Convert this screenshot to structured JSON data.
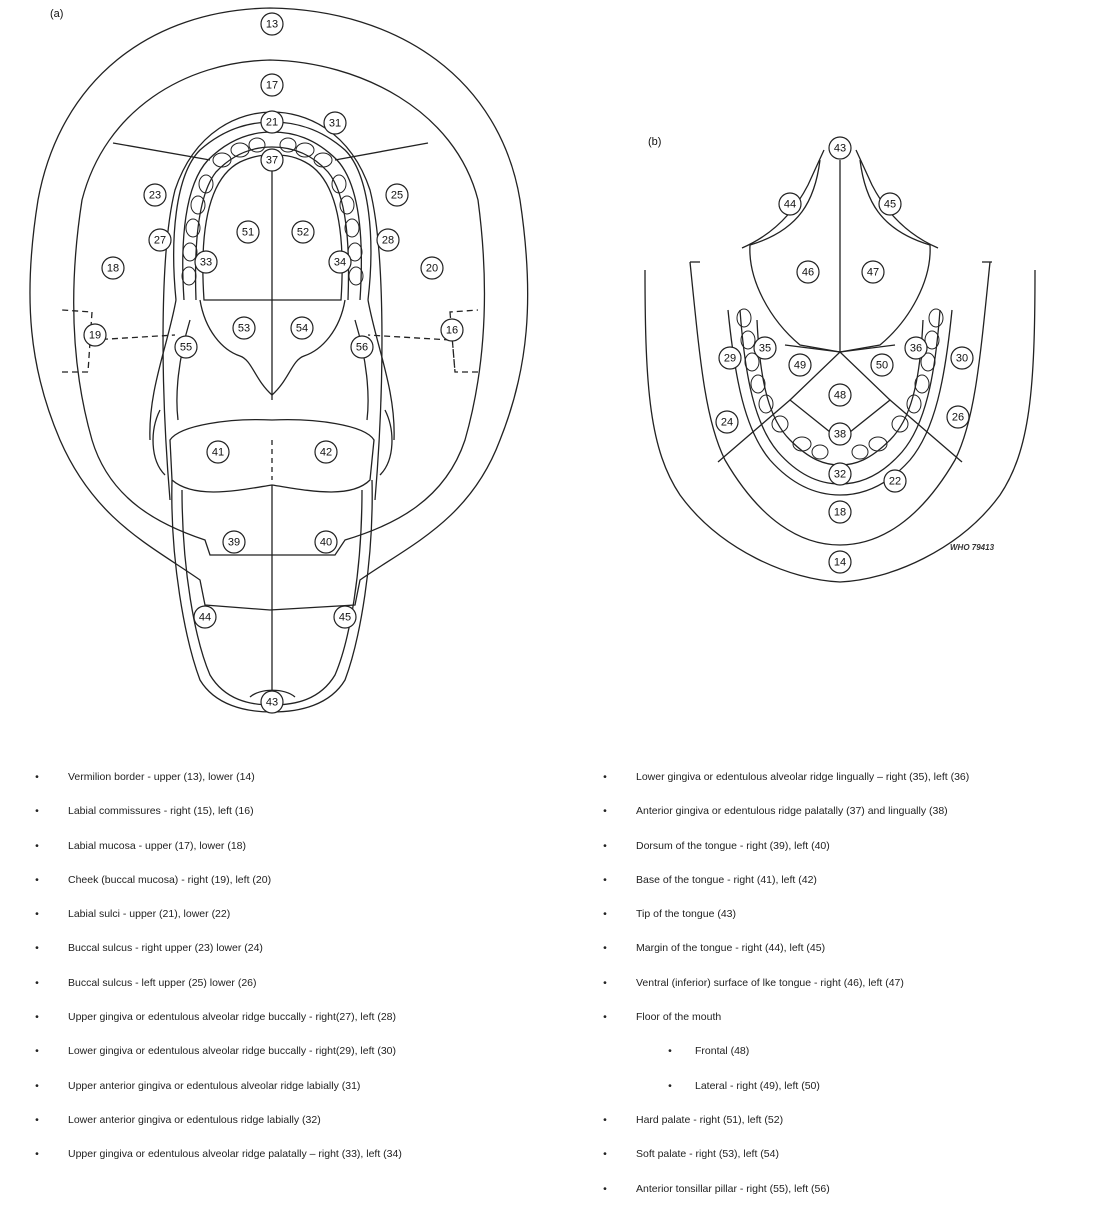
{
  "figure": {
    "panel_a_label": "(a)",
    "panel_b_label": "(b)",
    "stamp": "WHO 79413",
    "panel_a_numbers": [
      "13",
      "17",
      "21",
      "31",
      "37",
      "23",
      "25",
      "27",
      "28",
      "33",
      "34",
      "51",
      "52",
      "18",
      "20",
      "19",
      "16",
      "53",
      "54",
      "55",
      "56",
      "41",
      "42",
      "39",
      "40",
      "44",
      "45",
      "43"
    ],
    "panel_b_numbers": [
      "43",
      "44",
      "45",
      "46",
      "47",
      "35",
      "36",
      "29",
      "30",
      "49",
      "50",
      "48",
      "24",
      "26",
      "38",
      "32",
      "22",
      "18",
      "14"
    ]
  },
  "legend_left": [
    "Vermilion border - upper (13), lower (14)",
    "Labial commissures - right (15), left (16)",
    "Labial mucosa - upper (17), lower (18)",
    "Cheek (buccal mucosa) - right (19), left (20)",
    "Labial sulci - upper (21), lower (22)",
    "Buccal sulcus - right upper (23) lower (24)",
    "Buccal sulcus - left upper (25) lower (26)",
    "Upper gingiva or edentulous alveolar ridge buccally - right(27), left (28)",
    "Lower gingiva or edentulous alveolar ridge buccally - right(29), left (30)",
    "Upper anterior gingiva or edentulous alveolar ridge labially (31)",
    "Lower anterior gingiva or edentulous ridge labially (32)",
    "Upper gingiva or edentulous alveolar ridge palatally – right (33), left (34)"
  ],
  "legend_right": [
    "Lower gingiva or edentulous alveolar ridge lingually – right (35), left (36)",
    "Anterior gingiva or edentulous ridge palatally (37) and lingually (38)",
    "Dorsum of the tongue - right (39), left (40)",
    "Base of the tongue - right (41), left (42)",
    "Tip of the tongue (43)",
    "Margin of the tongue - right (44), left (45)",
    "Ventral (inferior) surface of lke tongue - right (46), left (47)",
    "Floor of the mouth",
    "Frontal (48)",
    "Lateral - right (49), left (50)",
    "Hard palate - right (51), left (52)",
    "Soft palate - right (53), left (54)",
    "Anterior tonsillar pillar - right (55), left (56)"
  ],
  "bullet": "•"
}
